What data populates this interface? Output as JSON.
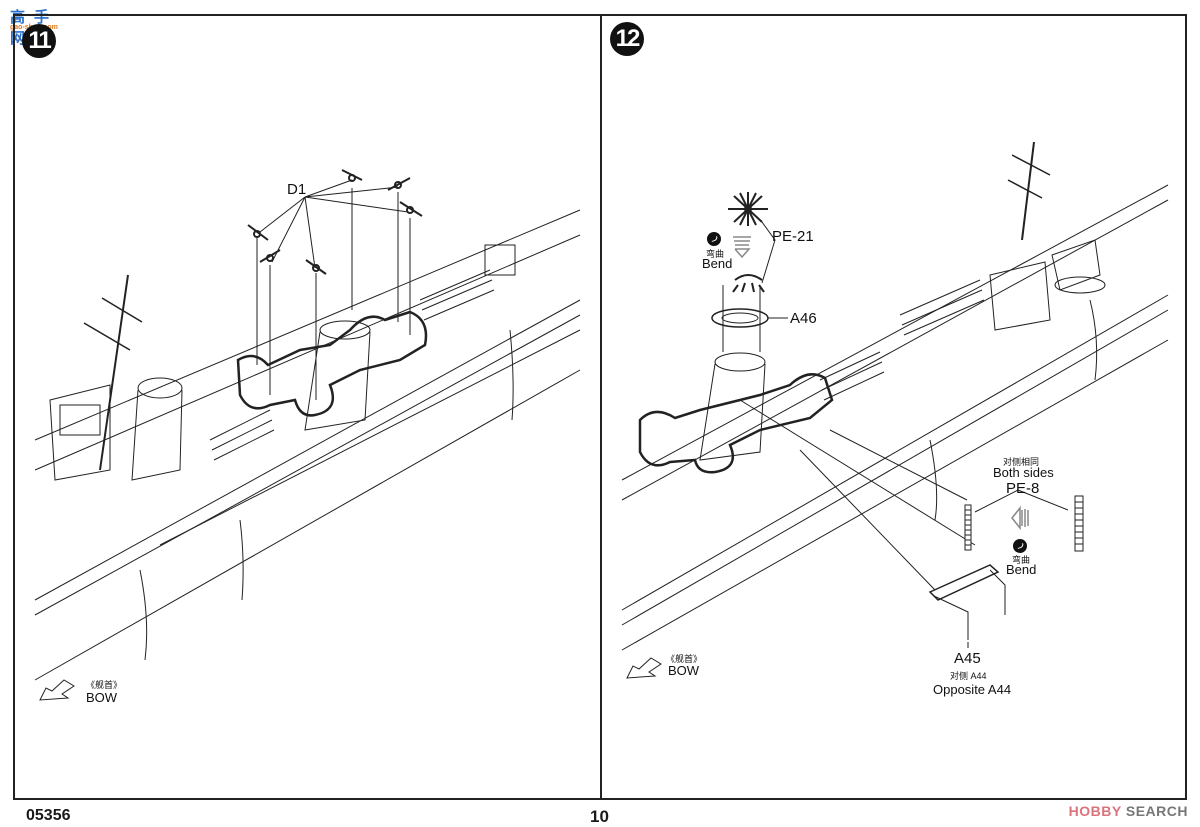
{
  "document": {
    "kit_code": "05356",
    "page_number": "10"
  },
  "watermarks": {
    "top_left_title": "高手网",
    "top_left_url": "gao-shou.com",
    "bottom_right_brand": "HOBBY",
    "bottom_right_suffix": "SEARCH"
  },
  "steps": [
    {
      "number": "11",
      "callouts": {
        "part_d1": "D1",
        "bow_cn": "《舰首》",
        "bow_en": "BOW"
      }
    },
    {
      "number": "12",
      "callouts": {
        "pe21": "PE-21",
        "bend_cn_1": "弯曲",
        "bend_en_1": "Bend",
        "a46": "A46",
        "both_sides_cn": "对侧相同",
        "both_sides_en": "Both  sides",
        "pe8": "PE-8",
        "bend_cn_2": "弯曲",
        "bend_en_2": "Bend",
        "a45": "A45",
        "opposite_cn": "对侧 A44",
        "opposite_en": "Opposite  A44",
        "bow_cn": "《舰首》",
        "bow_en": "BOW"
      }
    }
  ],
  "colors": {
    "line": "#222222",
    "badge": "#111111",
    "wm_blue": "#2a6fc9",
    "wm_orange": "#e07a1a",
    "wm_pink": "#d9747c"
  }
}
